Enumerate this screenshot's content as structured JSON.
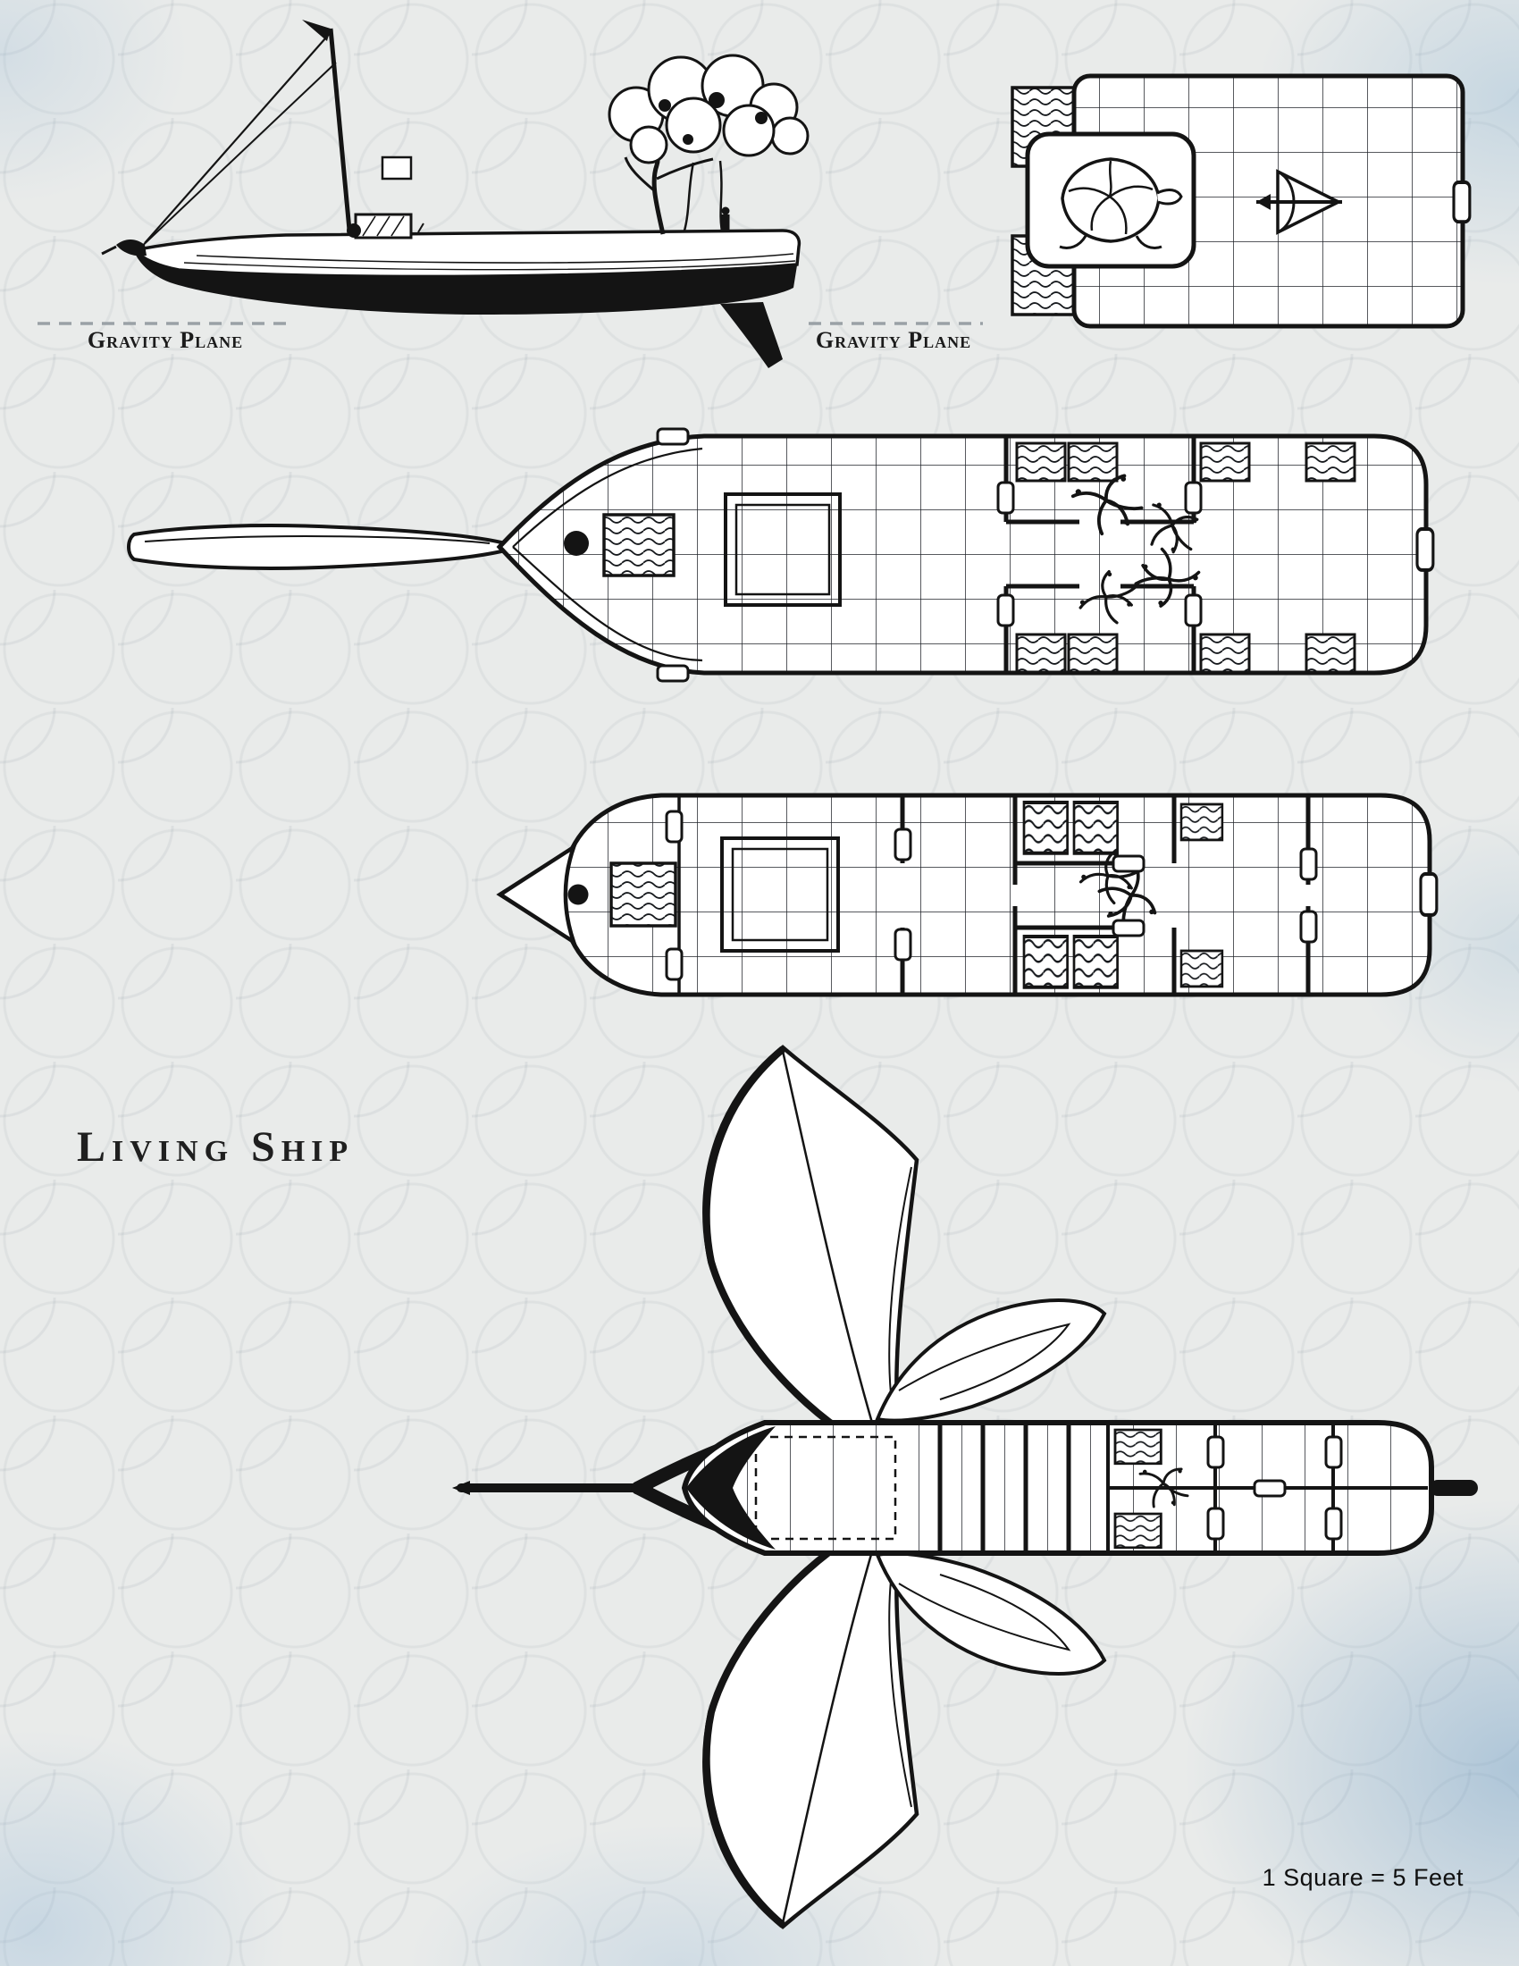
{
  "labels": {
    "gravity_plane_left": "Gravity Plane",
    "gravity_plane_right": "Gravity Plane"
  },
  "title": {
    "text": "Living Ship"
  },
  "scale": {
    "text": "1 Square = 5 Feet",
    "feet_per_square": 5
  },
  "figures": {
    "side_elevation": "side-elevation-view",
    "aft_deck_plan": "aft-deck-plan",
    "main_deck_plan": "main-deck-plan",
    "lower_deck_plan": "lower-deck-plan",
    "exterior_wing_view": "exterior-top-view"
  },
  "colors": {
    "ink": "#141414",
    "paper": "#e9ebea",
    "gravity_line": "#9aa1a6",
    "watercolor_blue": "#a9c9dd"
  }
}
